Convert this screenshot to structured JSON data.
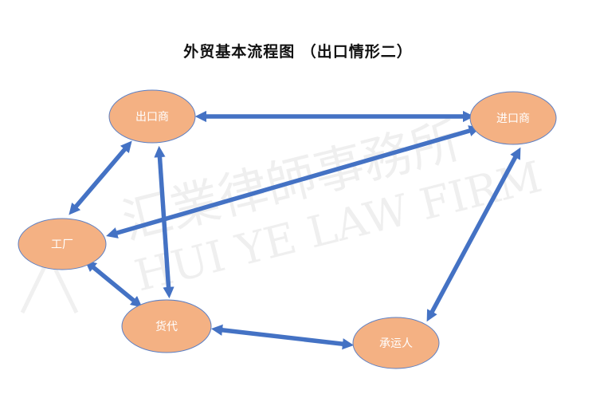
{
  "title": "外贸基本流程图 （出口情形二）",
  "watermark": {
    "chinese": "汇業律師事務所",
    "english": "HUI YE LAW FIRM"
  },
  "nodes": {
    "exporter": "出口商",
    "importer": "进口商",
    "factory": "工厂",
    "forwarder": "货代",
    "carrier": "承运人"
  },
  "colors": {
    "node_fill": "#F4B183",
    "node_stroke": "#5B7FC4",
    "arrow": "#4472C4"
  }
}
